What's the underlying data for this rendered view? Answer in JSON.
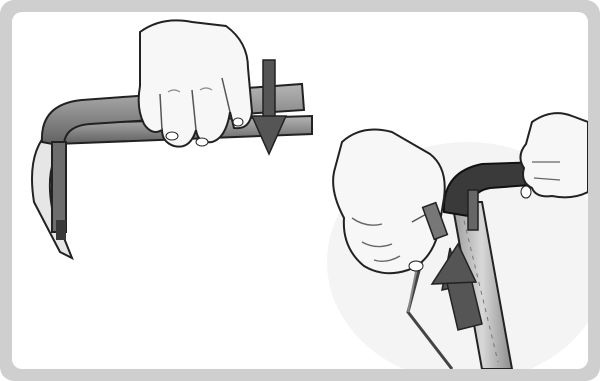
{
  "illustration": {
    "panels": [
      {
        "id": "left",
        "arrow_direction": "down"
      },
      {
        "id": "right",
        "arrow_direction": "up"
      }
    ],
    "colors": {
      "frame": "#cfcfcf",
      "background": "#ffffff",
      "handle_bar": "#8f8f8f",
      "grip": "#3a3a3a",
      "arrow": "#555555",
      "outline": "#222222",
      "skin_shadow": "#d9d9d9"
    },
    "icons": [
      "down-arrow-icon",
      "up-arrow-icon",
      "hand-icon"
    ]
  }
}
